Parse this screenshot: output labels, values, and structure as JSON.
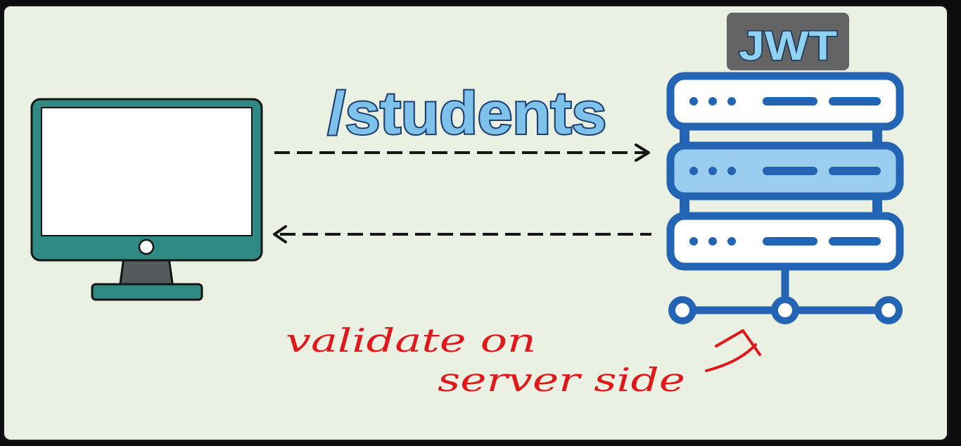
{
  "diagram": {
    "route_label": "/students",
    "server_badge": "JWT",
    "annotation": {
      "line1": "validate on",
      "line2": "server side"
    }
  },
  "colors": {
    "background": "#eaf1e2",
    "frame": "#151515",
    "monitor_body": "#2e8a82",
    "monitor_screen": "#ffffff",
    "monitor_stand": "#555a5c",
    "route_text_fill": "#7ec2ec",
    "route_text_stroke": "#1b3f6e",
    "server_blue": "#2364b4",
    "server_slot_fill": "#ffffff",
    "server_slot_active": "#9bcdf0",
    "badge_fill": "#646464",
    "badge_text_fill": "#8ed1f2",
    "badge_text_stroke": "#1e3656",
    "arrow": "#151515",
    "annotation": "#e0181b"
  },
  "icons": {
    "client": "monitor-icon",
    "server": "server-rack-icon",
    "request": "dashed-arrow-right",
    "response": "dashed-arrow-left",
    "pointer": "hand-drawn-arrow"
  }
}
